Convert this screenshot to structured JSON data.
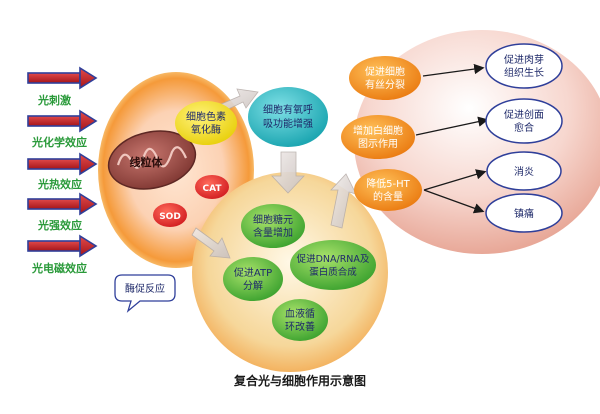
{
  "title": "复合光与细胞作用示意图",
  "left_effects": [
    "光刺激",
    "光化学效应",
    "光热效应",
    "光强效应",
    "光电磁效应"
  ],
  "mitochondria": "线粒体",
  "cytochrome": [
    "细胞色素",
    "氧化酶"
  ],
  "cat": "CAT",
  "sod": "SOD",
  "enzyme_callout": "酶促反应",
  "respiration": [
    "细胞有氧呼",
    "吸功能增强"
  ],
  "mid_items": {
    "sugar": [
      "细胞糖元",
      "含量增加"
    ],
    "atp": [
      "促进ATP",
      "分解"
    ],
    "dna": [
      "促进DNA/RNA及",
      "蛋白质合成"
    ],
    "blood": [
      "血液循",
      "环改善"
    ]
  },
  "right_middle": {
    "division": [
      "促进细胞",
      "有丝分裂"
    ],
    "immune": [
      "增加白细胞",
      "图示作用"
    ],
    "serotonin": [
      "降低5-HT",
      "的含量"
    ]
  },
  "outcomes": {
    "granulation": [
      "促进肉芽",
      "组织生长"
    ],
    "wound": [
      "促进创面",
      "愈合"
    ],
    "inflammation": [
      "消炎"
    ],
    "analgesia": [
      "镇痛"
    ]
  },
  "colors": {
    "arrow_red": "#c8262c",
    "arrow_blue": "#2f3f9a",
    "effect_green": "#2a9a3a",
    "bubble_yellow": "#f2e21c",
    "bubble_teal": "#35b6c0",
    "bubble_red": "#e0262a",
    "bubble_orange": "#f08a1c",
    "text_dark": "#1f2a6a"
  }
}
